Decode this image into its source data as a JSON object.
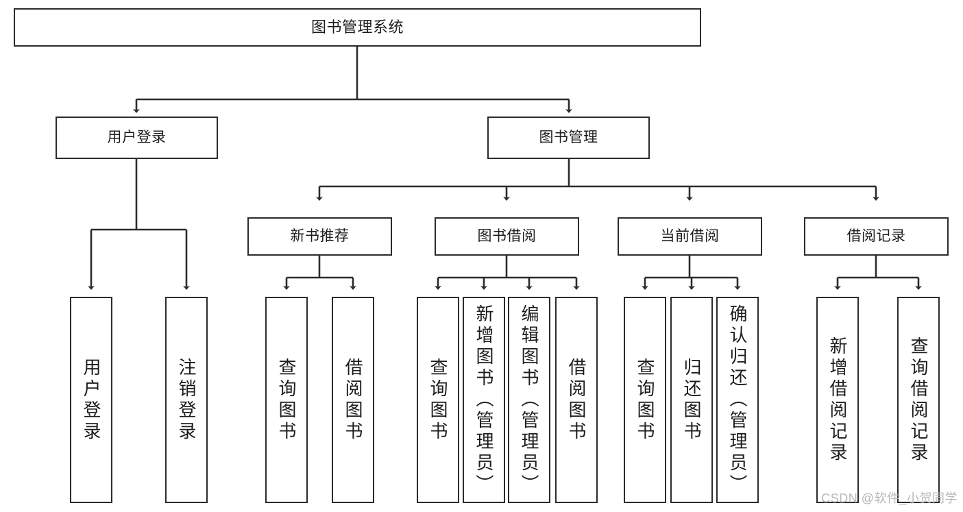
{
  "diagram": {
    "title": "图书管理系统",
    "type": "tree",
    "watermark": "CSDN @软件_小贺同学",
    "colors": {
      "box_border": "#2b2b2b",
      "box_fill": "#ffffff",
      "edge": "#2b2b2b",
      "text": "#1d1d1d",
      "watermark": "#b8b8b8",
      "background": "#ffffff"
    }
  },
  "nodes": {
    "root": {
      "label": "图书管理系统"
    },
    "level1": [
      {
        "label": "用户登录"
      },
      {
        "label": "图书管理"
      }
    ],
    "level2": [
      {
        "label": "新书推荐"
      },
      {
        "label": "图书借阅"
      },
      {
        "label": "当前借阅"
      },
      {
        "label": "借阅记录"
      }
    ],
    "leaves": {
      "user_login": [
        {
          "label": "用户登录"
        },
        {
          "label": "注销登录"
        }
      ],
      "new_book_recommend": [
        {
          "label": "查询图书"
        },
        {
          "label": "借阅图书"
        }
      ],
      "book_borrow": [
        {
          "label": "查询图书"
        },
        {
          "label": "新增图书（管理员）"
        },
        {
          "label": "编辑图书（管理员）"
        },
        {
          "label": "借阅图书"
        }
      ],
      "current_borrow": [
        {
          "label": "查询图书"
        },
        {
          "label": "归还图书"
        },
        {
          "label": "确认归还（管理员）"
        }
      ],
      "borrow_records": [
        {
          "label": "新增借阅记录"
        },
        {
          "label": "查询借阅记录"
        }
      ]
    }
  }
}
